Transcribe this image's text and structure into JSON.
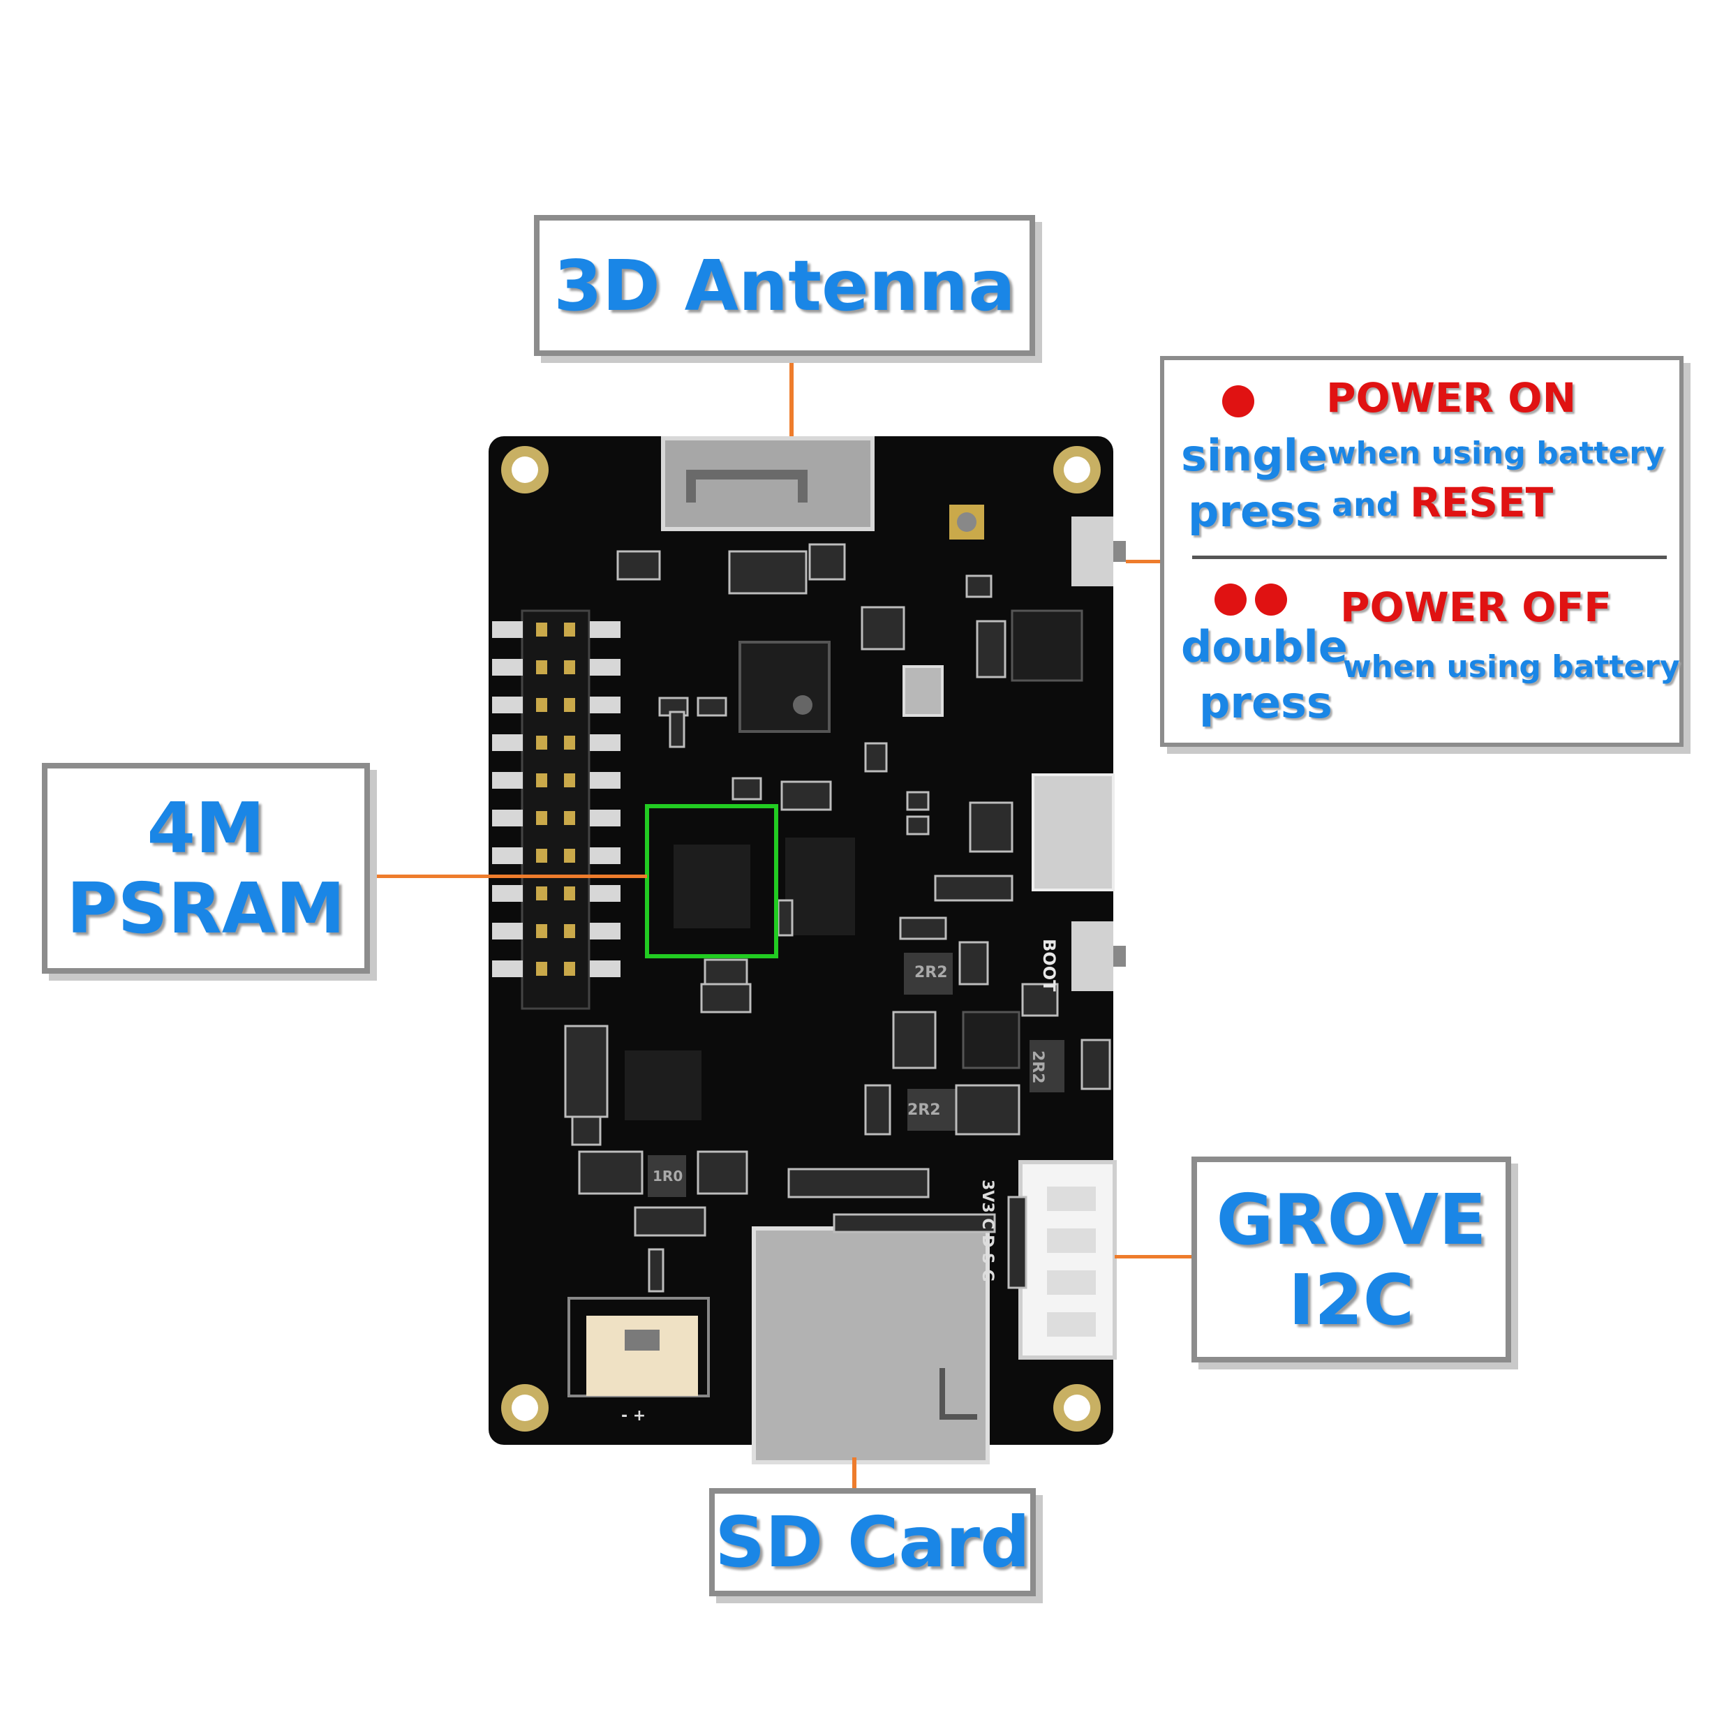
{
  "callouts": {
    "antenna": "3D Antenna",
    "psram_line1": "4M",
    "psram_line2": "PSRAM",
    "grove_line1": "GROVE",
    "grove_line2": "I2C",
    "sdcard": "SD Card"
  },
  "power_box": {
    "single_line1": "single",
    "single_line2": "press",
    "power_on": "POWER ON",
    "when_battery_1": "when using battery",
    "and": "and",
    "reset": "RESET",
    "double_line1": "double",
    "double_line2": "press",
    "power_off": "POWER OFF",
    "when_battery_2": "when using battery"
  },
  "board_labels": {
    "boot": "BOOT",
    "inductor_1": "2R2",
    "inductor_2": "2R2",
    "inductor_3": "2R2",
    "inductor_4": "1R0",
    "grove_pins": "3V3 C D S G",
    "battery_polarity": "- +"
  },
  "colors": {
    "label_blue": "#1a86e6",
    "label_red": "#e01212",
    "leader_orange": "#ee7c2c",
    "psram_highlight": "#22cc22",
    "pcb": "#0b0b0b"
  }
}
